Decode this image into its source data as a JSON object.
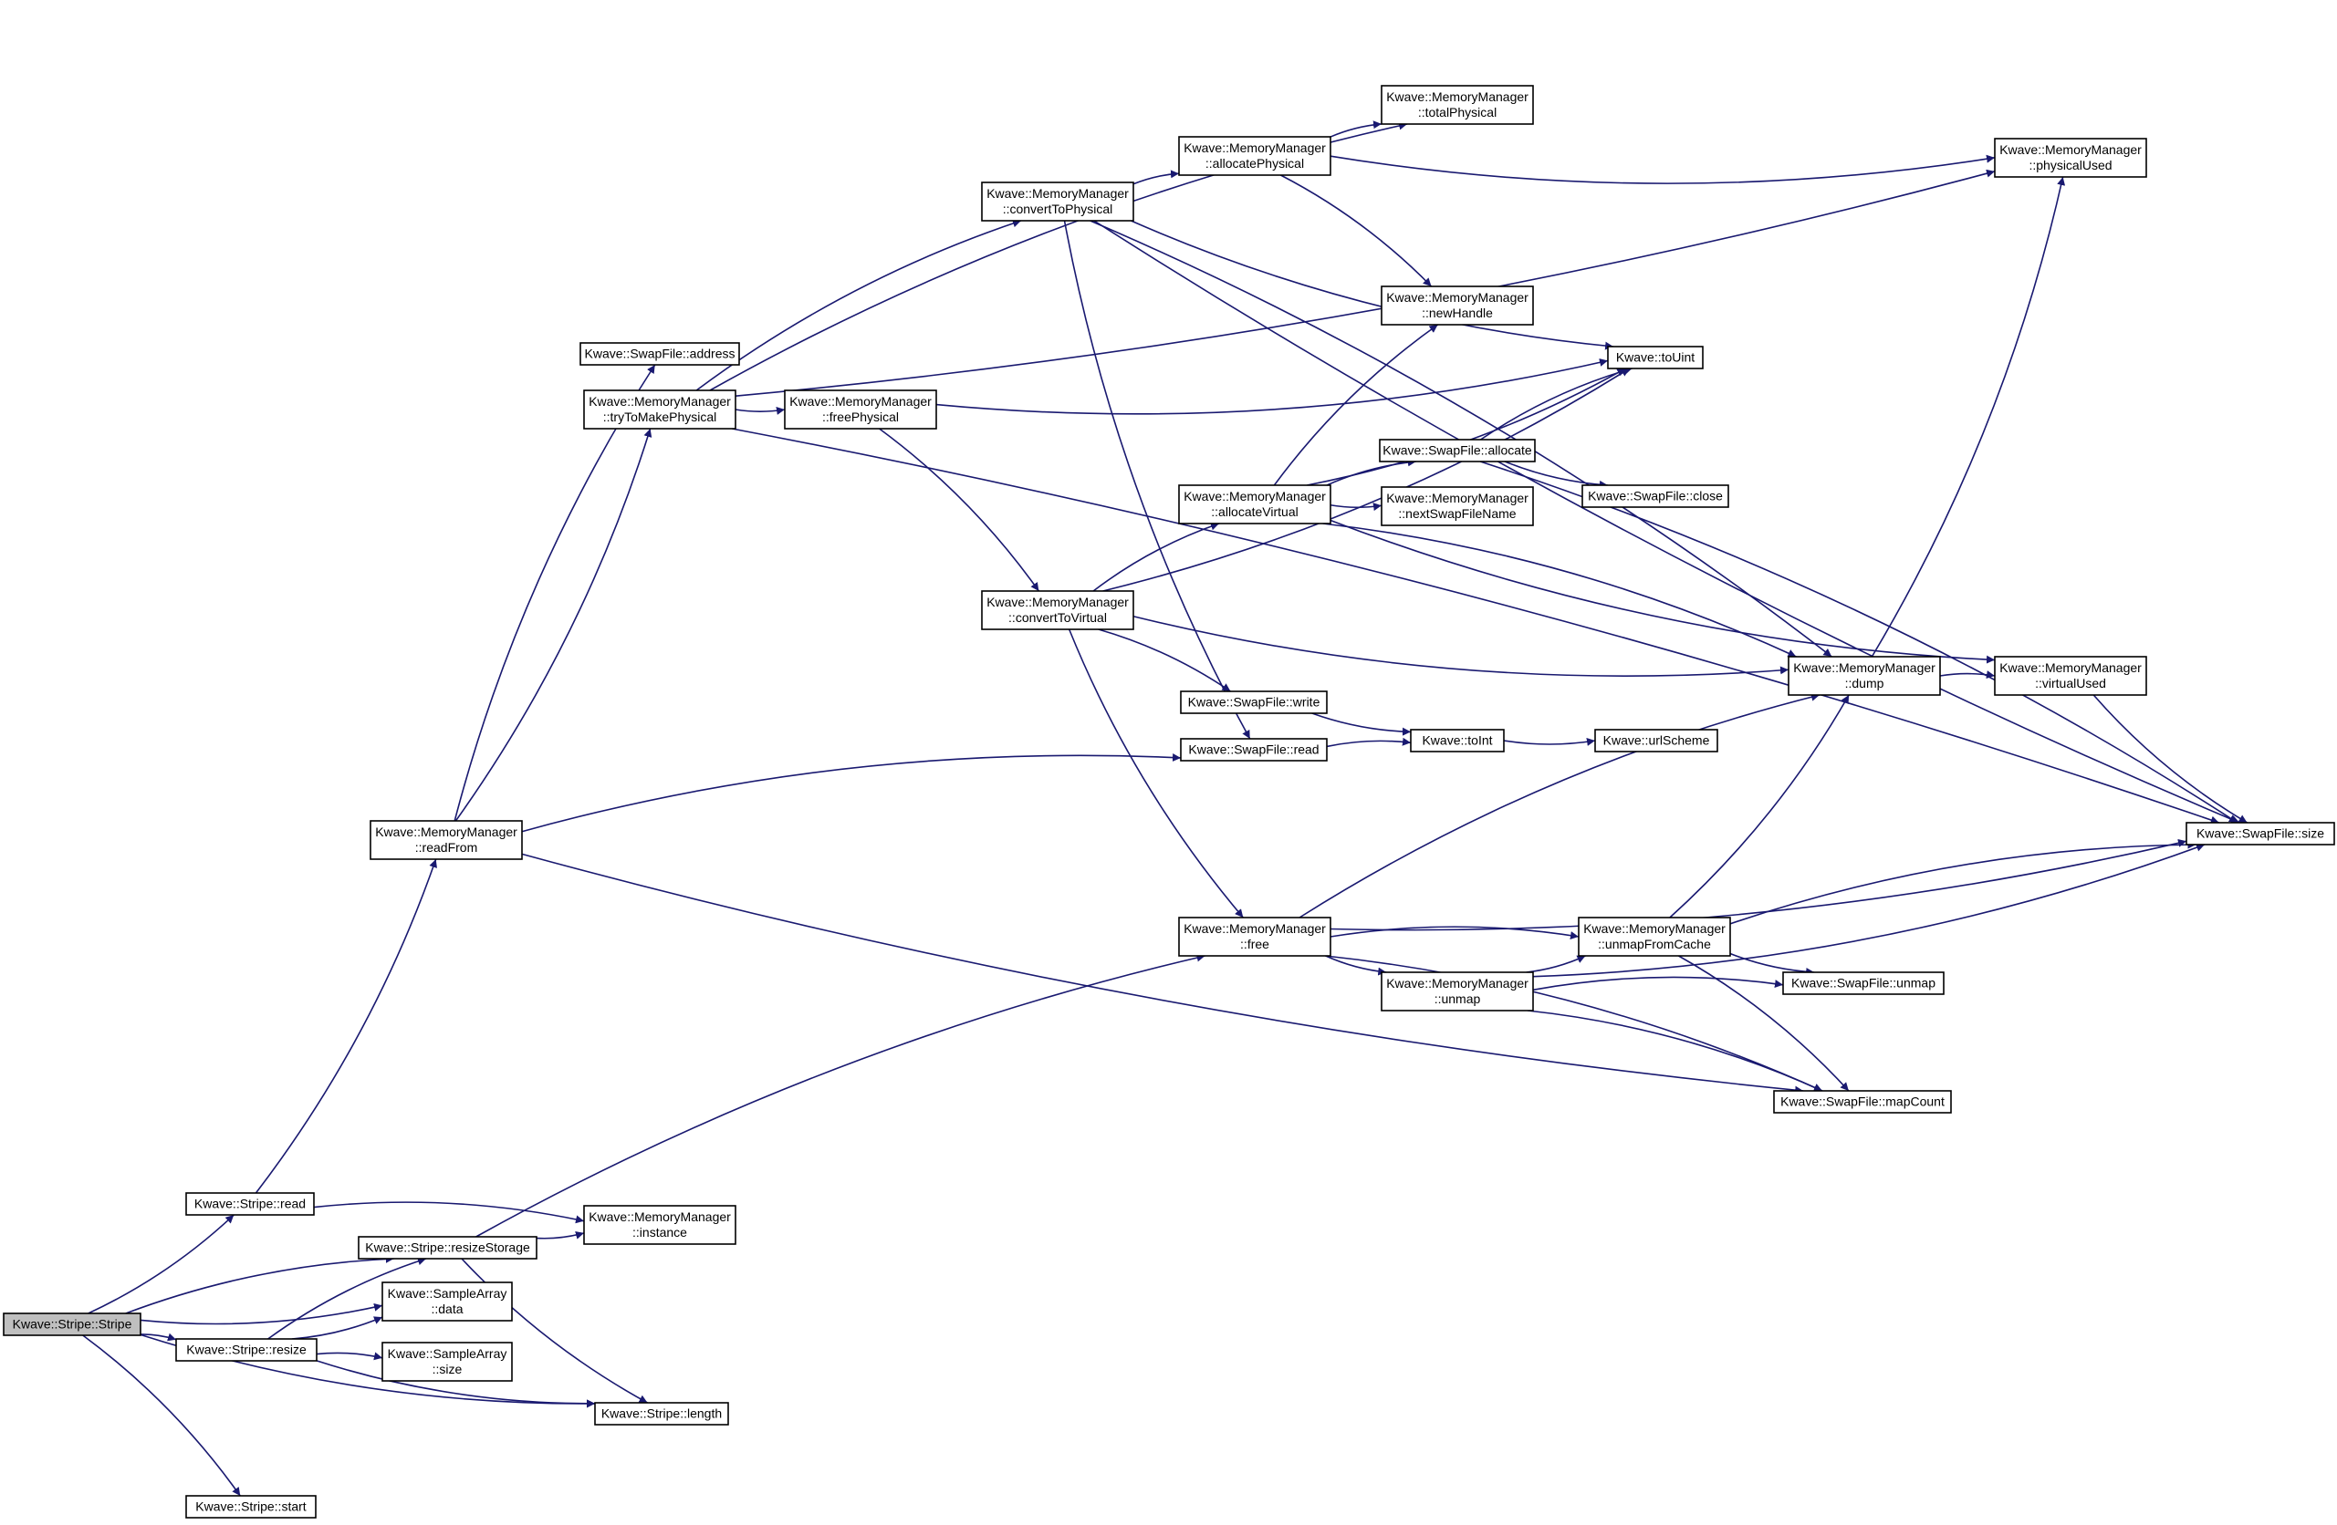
{
  "diagram": {
    "type": "call-graph",
    "colors": {
      "edge": "#191970",
      "node_border": "#000000",
      "node_fill": "#ffffff",
      "root_fill": "#bfbfbf"
    },
    "nodes": [
      {
        "id": "stripe_ctor",
        "lines": [
          "Kwave::Stripe::Stripe"
        ],
        "root": true
      },
      {
        "id": "stripe_read",
        "lines": [
          "Kwave::Stripe::read"
        ]
      },
      {
        "id": "resize_storage",
        "lines": [
          "Kwave::Stripe::resizeStorage"
        ]
      },
      {
        "id": "stripe_resize",
        "lines": [
          "Kwave::Stripe::resize"
        ]
      },
      {
        "id": "stripe_start",
        "lines": [
          "Kwave::Stripe::start"
        ]
      },
      {
        "id": "mm_readfrom",
        "lines": [
          "Kwave::MemoryManager",
          "::readFrom"
        ]
      },
      {
        "id": "mm_instance",
        "lines": [
          "Kwave::MemoryManager",
          "::instance"
        ]
      },
      {
        "id": "sa_data",
        "lines": [
          "Kwave::SampleArray",
          "::data"
        ]
      },
      {
        "id": "sa_size",
        "lines": [
          "Kwave::SampleArray",
          "::size"
        ]
      },
      {
        "id": "stripe_length",
        "lines": [
          "Kwave::Stripe::length"
        ]
      },
      {
        "id": "sf_address",
        "lines": [
          "Kwave::SwapFile::address"
        ]
      },
      {
        "id": "mm_trytomake",
        "lines": [
          "Kwave::MemoryManager",
          "::tryToMakePhysical"
        ]
      },
      {
        "id": "mm_freephys",
        "lines": [
          "Kwave::MemoryManager",
          "::freePhysical"
        ]
      },
      {
        "id": "mm_convphys",
        "lines": [
          "Kwave::MemoryManager",
          "::convertToPhysical"
        ]
      },
      {
        "id": "mm_convvirt",
        "lines": [
          "Kwave::MemoryManager",
          "::convertToVirtual"
        ]
      },
      {
        "id": "mm_allocphys",
        "lines": [
          "Kwave::MemoryManager",
          "::allocatePhysical"
        ]
      },
      {
        "id": "mm_allocvirt",
        "lines": [
          "Kwave::MemoryManager",
          "::allocateVirtual"
        ]
      },
      {
        "id": "sf_write",
        "lines": [
          "Kwave::SwapFile::write"
        ]
      },
      {
        "id": "sf_read",
        "lines": [
          "Kwave::SwapFile::read"
        ]
      },
      {
        "id": "mm_free",
        "lines": [
          "Kwave::MemoryManager",
          "::free"
        ]
      },
      {
        "id": "mm_totalphys",
        "lines": [
          "Kwave::MemoryManager",
          "::totalPhysical"
        ]
      },
      {
        "id": "mm_newhandle",
        "lines": [
          "Kwave::MemoryManager",
          "::newHandle"
        ]
      },
      {
        "id": "sf_allocate",
        "lines": [
          "Kwave::SwapFile::allocate"
        ]
      },
      {
        "id": "mm_nextswap",
        "lines": [
          "Kwave::MemoryManager",
          "::nextSwapFileName"
        ]
      },
      {
        "id": "mm_unmap",
        "lines": [
          "Kwave::MemoryManager",
          "::unmap"
        ]
      },
      {
        "id": "to_int",
        "lines": [
          "Kwave::toInt"
        ]
      },
      {
        "id": "to_uint",
        "lines": [
          "Kwave::toUint"
        ]
      },
      {
        "id": "sf_close",
        "lines": [
          "Kwave::SwapFile::close"
        ]
      },
      {
        "id": "url_scheme",
        "lines": [
          "Kwave::urlScheme"
        ]
      },
      {
        "id": "mm_unmapcache",
        "lines": [
          "Kwave::MemoryManager",
          "::unmapFromCache"
        ]
      },
      {
        "id": "mm_dump",
        "lines": [
          "Kwave::MemoryManager",
          "::dump"
        ]
      },
      {
        "id": "sf_unmap",
        "lines": [
          "Kwave::SwapFile::unmap"
        ]
      },
      {
        "id": "sf_mapcount",
        "lines": [
          "Kwave::SwapFile::mapCount"
        ]
      },
      {
        "id": "mm_physused",
        "lines": [
          "Kwave::MemoryManager",
          "::physicalUsed"
        ]
      },
      {
        "id": "mm_virtused",
        "lines": [
          "Kwave::MemoryManager",
          "::virtualUsed"
        ]
      },
      {
        "id": "sf_size",
        "lines": [
          "Kwave::SwapFile::size"
        ]
      }
    ],
    "edges": [
      [
        "stripe_ctor",
        "stripe_read"
      ],
      [
        "stripe_ctor",
        "resize_storage"
      ],
      [
        "stripe_ctor",
        "sa_data"
      ],
      [
        "stripe_ctor",
        "stripe_resize"
      ],
      [
        "stripe_ctor",
        "stripe_length"
      ],
      [
        "stripe_ctor",
        "stripe_start"
      ],
      [
        "stripe_read",
        "mm_readfrom"
      ],
      [
        "stripe_read",
        "mm_instance"
      ],
      [
        "resize_storage",
        "mm_instance"
      ],
      [
        "resize_storage",
        "mm_free"
      ],
      [
        "resize_storage",
        "stripe_length"
      ],
      [
        "stripe_resize",
        "resize_storage"
      ],
      [
        "stripe_resize",
        "sa_data"
      ],
      [
        "stripe_resize",
        "sa_size"
      ],
      [
        "stripe_resize",
        "stripe_length"
      ],
      [
        "mm_readfrom",
        "sf_address"
      ],
      [
        "mm_readfrom",
        "mm_trytomake"
      ],
      [
        "mm_readfrom",
        "sf_read"
      ],
      [
        "mm_readfrom",
        "sf_mapcount"
      ],
      [
        "mm_trytomake",
        "mm_totalphys"
      ],
      [
        "mm_trytomake",
        "mm_physused"
      ],
      [
        "mm_trytomake",
        "mm_convphys"
      ],
      [
        "mm_trytomake",
        "mm_freephys"
      ],
      [
        "mm_trytomake",
        "sf_size"
      ],
      [
        "mm_freephys",
        "to_uint"
      ],
      [
        "mm_freephys",
        "mm_convvirt"
      ],
      [
        "mm_convphys",
        "sf_size"
      ],
      [
        "mm_convphys",
        "mm_allocphys"
      ],
      [
        "mm_convphys",
        "to_uint"
      ],
      [
        "mm_convphys",
        "mm_dump"
      ],
      [
        "mm_convphys",
        "sf_read"
      ],
      [
        "mm_allocphys",
        "mm_totalphys"
      ],
      [
        "mm_allocphys",
        "mm_physused"
      ],
      [
        "mm_allocphys",
        "mm_newhandle"
      ],
      [
        "mm_convvirt",
        "to_uint"
      ],
      [
        "mm_convvirt",
        "mm_allocvirt"
      ],
      [
        "mm_convvirt",
        "mm_dump"
      ],
      [
        "mm_convvirt",
        "sf_write"
      ],
      [
        "mm_convvirt",
        "mm_free"
      ],
      [
        "mm_allocvirt",
        "mm_newhandle"
      ],
      [
        "mm_allocvirt",
        "to_uint"
      ],
      [
        "mm_allocvirt",
        "sf_allocate"
      ],
      [
        "mm_allocvirt",
        "mm_nextswap"
      ],
      [
        "mm_allocvirt",
        "mm_dump"
      ],
      [
        "mm_allocvirt",
        "mm_virtused"
      ],
      [
        "sf_allocate",
        "to_uint"
      ],
      [
        "sf_allocate",
        "sf_close"
      ],
      [
        "sf_allocate",
        "sf_size"
      ],
      [
        "sf_write",
        "to_int"
      ],
      [
        "sf_read",
        "to_int"
      ],
      [
        "to_int",
        "url_scheme"
      ],
      [
        "mm_free",
        "mm_dump"
      ],
      [
        "mm_free",
        "sf_size"
      ],
      [
        "mm_free",
        "mm_unmapcache"
      ],
      [
        "mm_free",
        "mm_unmap"
      ],
      [
        "mm_free",
        "sf_mapcount"
      ],
      [
        "mm_unmap",
        "mm_unmapcache"
      ],
      [
        "mm_unmap",
        "sf_unmap"
      ],
      [
        "mm_unmap",
        "sf_size"
      ],
      [
        "mm_unmap",
        "sf_mapcount"
      ],
      [
        "mm_unmapcache",
        "mm_dump"
      ],
      [
        "mm_unmapcache",
        "sf_size"
      ],
      [
        "mm_unmapcache",
        "sf_unmap"
      ],
      [
        "mm_unmapcache",
        "sf_mapcount"
      ],
      [
        "mm_dump",
        "mm_physused"
      ],
      [
        "mm_dump",
        "mm_virtused"
      ],
      [
        "mm_virtused",
        "sf_size"
      ]
    ]
  }
}
